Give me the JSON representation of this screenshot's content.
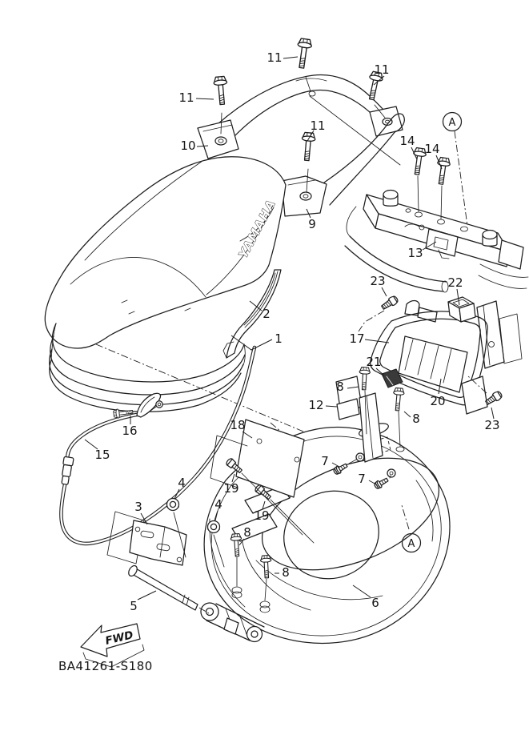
{
  "diagram": {
    "code": "BA41261-S180",
    "direction_label": "FWD",
    "brand_logo": "YAMAHA",
    "detail_marker": "A",
    "visible_part_numbers": [
      "1",
      "2",
      "3",
      "4",
      "5",
      "6",
      "7",
      "8",
      "9",
      "10",
      "11",
      "12",
      "13",
      "14",
      "15",
      "16",
      "17",
      "18",
      "19",
      "20",
      "21",
      "22",
      "23"
    ]
  },
  "callouts": [
    {
      "text": "11"
    },
    {
      "text": "11"
    },
    {
      "text": "11"
    },
    {
      "text": "11"
    },
    {
      "text": "10"
    },
    {
      "text": "9"
    },
    {
      "text": "14"
    },
    {
      "text": "14"
    },
    {
      "text": "13"
    },
    {
      "text": "23"
    },
    {
      "text": "22"
    },
    {
      "text": "2"
    },
    {
      "text": "1"
    },
    {
      "text": "17"
    },
    {
      "text": "21"
    },
    {
      "text": "8"
    },
    {
      "text": "20"
    },
    {
      "text": "8"
    },
    {
      "text": "23"
    },
    {
      "text": "12"
    },
    {
      "text": "18"
    },
    {
      "text": "16"
    },
    {
      "text": "15"
    },
    {
      "text": "19"
    },
    {
      "text": "7"
    },
    {
      "text": "7"
    },
    {
      "text": "4"
    },
    {
      "text": "3"
    },
    {
      "text": "4"
    },
    {
      "text": "19"
    },
    {
      "text": "8"
    },
    {
      "text": "8"
    },
    {
      "text": "5"
    },
    {
      "text": "6"
    }
  ],
  "markers": [
    {
      "text": "A"
    },
    {
      "text": "A"
    }
  ]
}
